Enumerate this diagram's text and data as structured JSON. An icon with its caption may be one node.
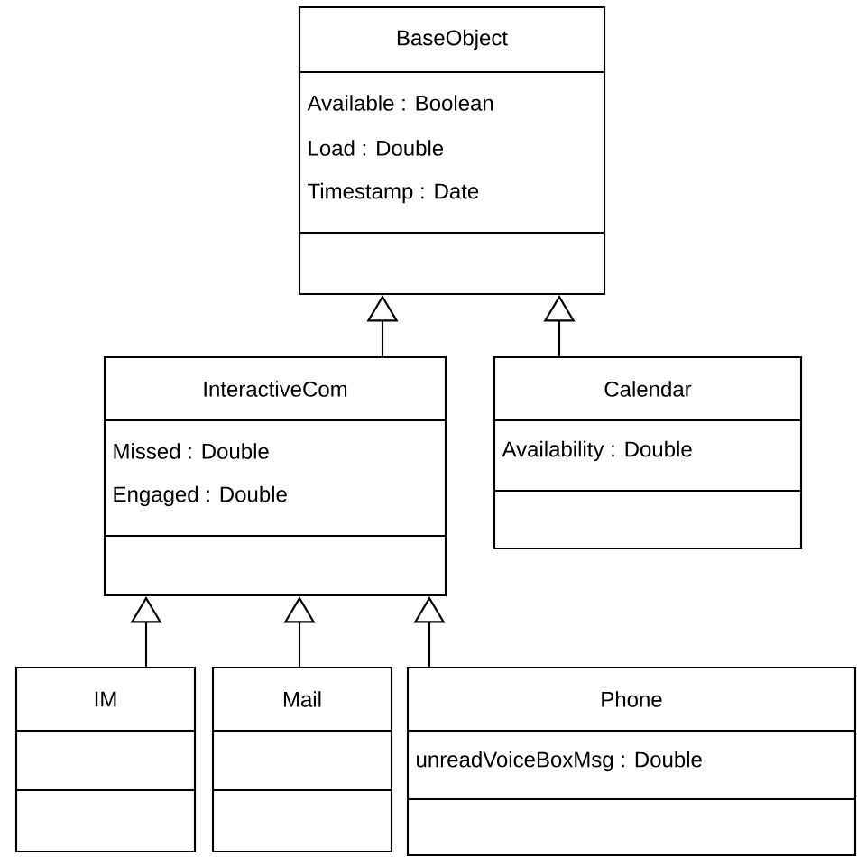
{
  "diagram": {
    "nodes": [
      {
        "text": [
          "BaseObject",
          "Available : Boolean",
          "Load : Double",
          "Timestamp : Date"
        ]
      },
      {
        "text": [
          "InteractiveCom",
          "Missed : Double",
          "Engaged : Double"
        ]
      },
      {
        "text": [
          "Calendar",
          "Availability : Double"
        ]
      },
      {
        "text": [
          "IM"
        ]
      },
      {
        "text": [
          "Mail"
        ]
      },
      {
        "text": [
          "Phone",
          "unreadVoiceBoxMsg : Double"
        ]
      }
    ],
    "edges": [
      {
        "from": 1,
        "to": 0,
        "arrow": "to"
      },
      {
        "from": 2,
        "to": 0,
        "arrow": "to"
      },
      {
        "from": 3,
        "to": 1,
        "arrow": "to"
      },
      {
        "from": 4,
        "to": 1,
        "arrow": "to"
      },
      {
        "from": 5,
        "to": 1,
        "arrow": "to"
      }
    ]
  }
}
